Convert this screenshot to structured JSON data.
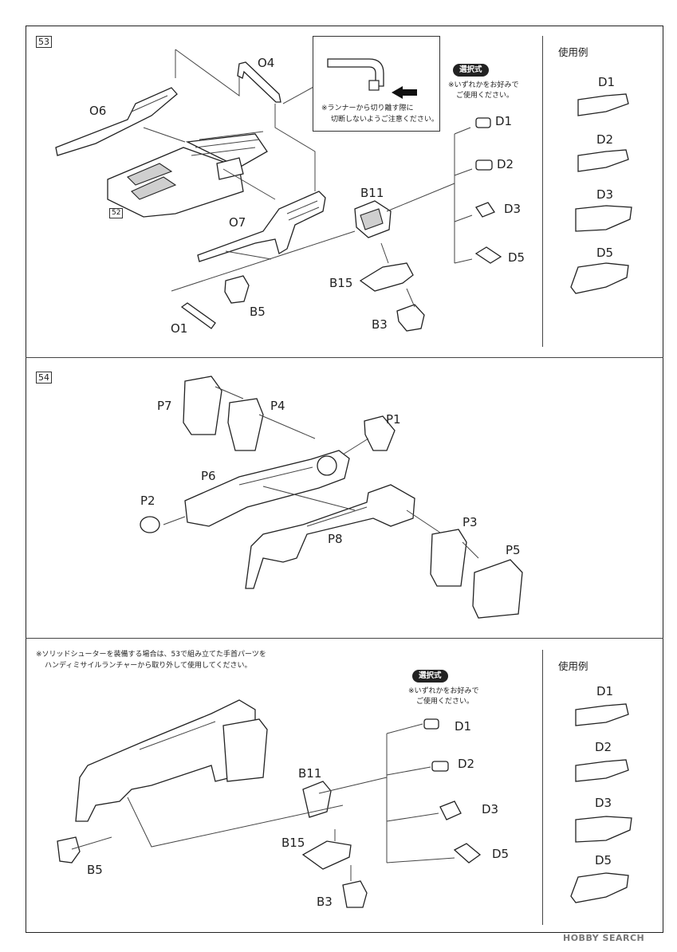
{
  "step53": {
    "number": "53",
    "labels": {
      "o4": "O4",
      "o6": "O6",
      "o7": "O7",
      "o1": "O1",
      "b5": "B5",
      "b11": "B11",
      "b15": "B15",
      "b3": "B3",
      "sub52": "52",
      "d1": "D1",
      "d2": "D2",
      "d3": "D3",
      "d5": "D5"
    },
    "selection_badge": "選択式",
    "selection_note_1": "※いずれかをお好みで",
    "selection_note_2": "ご使用ください。",
    "runner_note_1": "※ランナーから切り離す際に",
    "runner_note_2": "切断しないようご注意ください。",
    "usage": {
      "title": "使用例",
      "items": [
        "D1",
        "D2",
        "D3",
        "D5"
      ]
    }
  },
  "step54": {
    "number": "54",
    "labels": {
      "p7": "P7",
      "p4": "P4",
      "p1": "P1",
      "p6": "P6",
      "p2": "P2",
      "p8": "P8",
      "p3": "P3",
      "p5": "P5"
    }
  },
  "step55": {
    "note_line_1": "※ソリッドシューターを装備する場合は、53で組み立てた手首パーツを",
    "note_line_2": "ハンディミサイルランチャーから取り外して使用してください。",
    "selection_badge": "選択式",
    "selection_note_1": "※いずれかをお好みで",
    "selection_note_2": "ご使用ください。",
    "labels": {
      "b11": "B11",
      "b15": "B15",
      "b5": "B5",
      "b3": "B3",
      "d1": "D1",
      "d2": "D2",
      "d3": "D3",
      "d5": "D5"
    },
    "usage": {
      "title": "使用例",
      "items": [
        "D1",
        "D2",
        "D3",
        "D5"
      ]
    }
  },
  "watermark": "HOBBY SEARCH"
}
